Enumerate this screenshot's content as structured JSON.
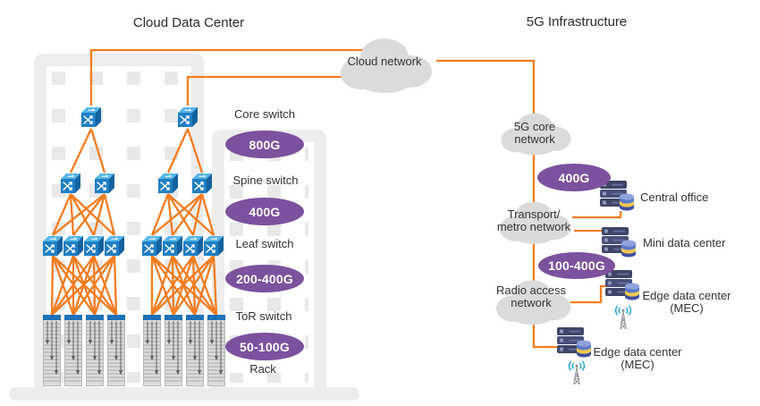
{
  "titles": {
    "left": "Cloud Data Center",
    "right": "5G Infrastructure"
  },
  "legend": {
    "core_label": "Core switch",
    "core_speed": "800G",
    "spine_label": "Spine switch",
    "spine_speed": "400G",
    "leaf_label": "Leaf switch",
    "leaf_speed": "200-400G",
    "tor_label": "ToR switch",
    "tor_speed": "50-100G",
    "rack_label": "Rack"
  },
  "clouds": {
    "cloud_network": {
      "line1": "Cloud network"
    },
    "core_5g": {
      "line1": "5G core",
      "line2": "network"
    },
    "transport": {
      "line1": "Transport/",
      "line2": "metro network"
    },
    "radio": {
      "line1": "Radio access",
      "line2": "network"
    }
  },
  "right": {
    "core_speed": "400G",
    "metro_speed": "100-400G",
    "central_office": "Central office",
    "mini_dc": "Mini data center",
    "edge_dc1": {
      "line1": "Edge data center",
      "line2": "(MEC)"
    },
    "edge_dc2": {
      "line1": "Edge data center",
      "line2": "(MEC)"
    }
  },
  "icons": {
    "switch_icon": "blue cube with crossing white arrows",
    "rack_icon": "gray rack cabinet with blue ToR top and cable arrows",
    "cloud_icon": "flat gray cloud",
    "server_stack_icon": "three stacked navy servers with striped database cylinder",
    "antenna_icon": "lattice radio mast with blue radio waves"
  },
  "colors": {
    "link_orange": "#F47C20",
    "pill_purple": "#7C519E",
    "cloud_gray": "#DBDBDB",
    "switch_front": "#1F7FC4",
    "switch_top": "#56B7E9",
    "switch_side": "#1262A0",
    "tor_blue": "#1D71B8",
    "server_navy": "#3E4566",
    "db_yellow": "#F2C94C",
    "antenna_wave": "#2BA8E0",
    "building_gray": "#EDEDED",
    "text": "#333333"
  }
}
